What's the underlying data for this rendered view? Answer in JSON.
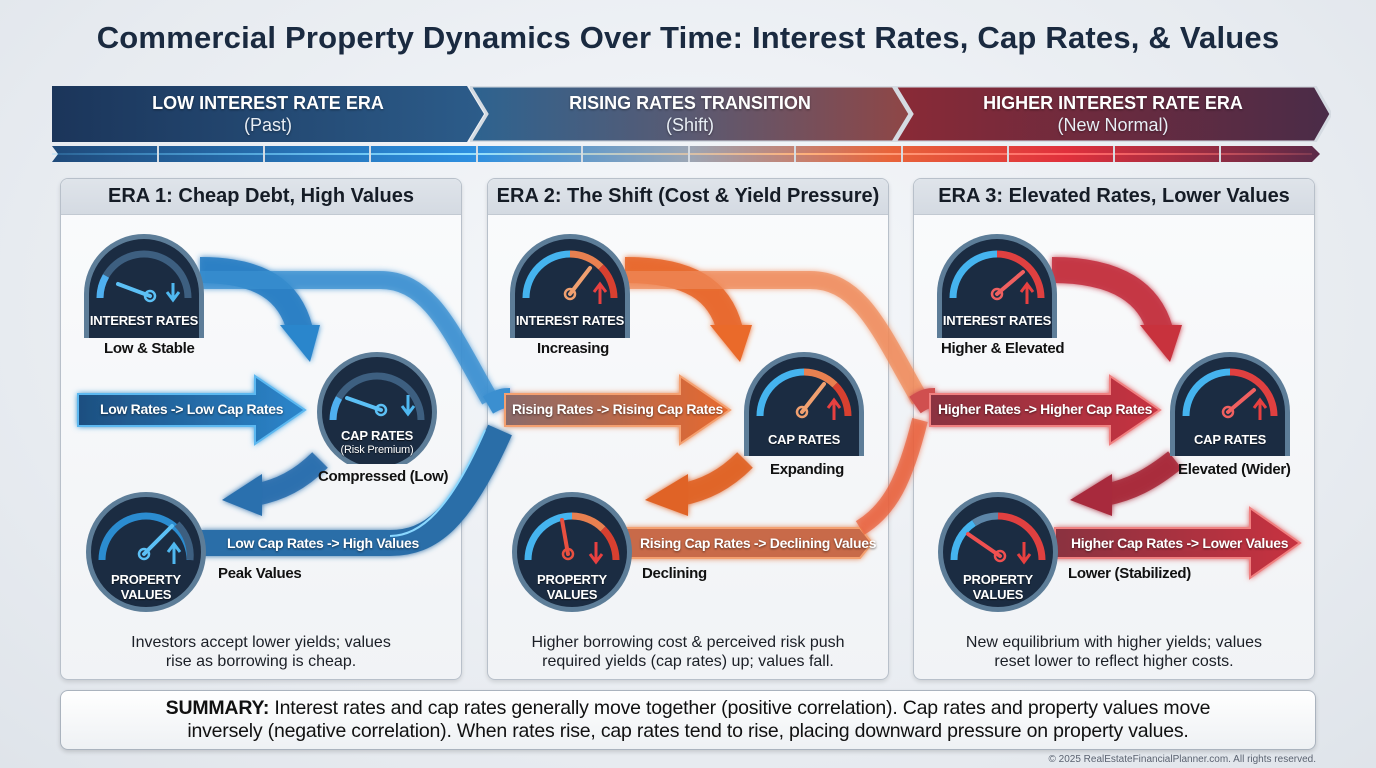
{
  "title": "Commercial Property Dynamics Over Time: Interest Rates, Cap Rates, & Values",
  "timeline": [
    {
      "heading": "LOW INTEREST RATE ERA",
      "sub": "(Past)",
      "color_start": "#1d3c64",
      "color_end": "#2a5a8a"
    },
    {
      "heading": "RISING RATES TRANSITION",
      "sub": "(Shift)",
      "color_start": "#2d5f8c",
      "color_end": "#8a4a4a"
    },
    {
      "heading": "HIGHER INTEREST RATE ERA",
      "sub": "(New Normal)",
      "color_start": "#7a2a3a",
      "color_end": "#4a2a48"
    }
  ],
  "panels": [
    {
      "title": "ERA 1: Cheap Debt, High Values",
      "accent": "#2f8fd8",
      "interest": {
        "label": "INTEREST RATES",
        "state": "Low & Stable",
        "direction": "down"
      },
      "cap": {
        "label": "CAP RATES",
        "sublabel": "(Risk Premium)",
        "state": "Compressed (Low)",
        "direction": "down"
      },
      "values": {
        "label1": "PROPERTY",
        "label2": "VALUES",
        "state": "Peak Values",
        "direction": "up"
      },
      "arrow_rates_cap": "Low Rates -> Low Cap Rates",
      "arrow_cap_values": "Low Cap Rates -> High Values",
      "footer_line1": "Investors accept lower yields; values",
      "footer_line2": "rise as borrowing is cheap."
    },
    {
      "title": "ERA 2: The Shift (Cost & Yield Pressure)",
      "accent": "#e8692e",
      "interest": {
        "label": "INTEREST RATES",
        "state": "Increasing",
        "direction": "up"
      },
      "cap": {
        "label": "CAP RATES",
        "sublabel": "",
        "state": "Expanding",
        "direction": "up"
      },
      "values": {
        "label1": "PROPERTY",
        "label2": "VALUES",
        "state": "Declining",
        "direction": "down"
      },
      "arrow_rates_cap": "Rising Rates -> Rising Cap Rates",
      "arrow_cap_values": "Rising Cap Rates -> Declining Values",
      "footer_line1": "Higher borrowing cost & perceived risk push",
      "footer_line2": "required yields (cap rates) up; values fall."
    },
    {
      "title": "ERA 3: Elevated Rates, Lower Values",
      "accent": "#c43443",
      "interest": {
        "label": "INTEREST RATES",
        "state": "Higher & Elevated",
        "direction": "up"
      },
      "cap": {
        "label": "CAP RATES",
        "sublabel": "",
        "state": "Elevated (Wider)",
        "direction": "up"
      },
      "values": {
        "label1": "PROPERTY",
        "label2": "VALUES",
        "state": "Lower (Stabilized)",
        "direction": "down"
      },
      "arrow_rates_cap": "Higher Rates -> Higher Cap Rates",
      "arrow_cap_values": "Higher Cap Rates -> Lower Values",
      "footer_line1": "New equilibrium with higher yields; values",
      "footer_line2": "reset lower to reflect higher costs."
    }
  ],
  "summary": {
    "label": "SUMMARY:",
    "line1": " Interest rates and cap rates generally move together (positive correlation). Cap rates and property values move",
    "line2": "inversely (negative correlation). When rates rise, cap rates tend to rise, placing downward pressure on property values."
  },
  "copyright": "© 2025 RealEstateFinancialPlanner.com. All rights reserved."
}
